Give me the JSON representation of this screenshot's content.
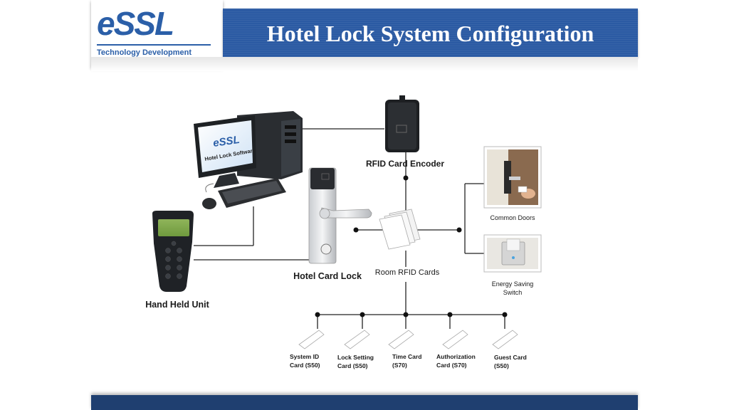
{
  "header": {
    "logo_text": "eSSL",
    "logo_tagline": "Technology Development Company",
    "title": "Hotel Lock System Configuration"
  },
  "diagram": {
    "monitor_logo": "eSSL",
    "monitor_software": "Hotel Lock Software",
    "labels": {
      "encoder": "RFID Card Encoder",
      "hand_held": "Hand Held Unit",
      "hotel_lock": "Hotel Card Lock",
      "room_cards": "Room RFID Cards",
      "common_doors": "Common Doors",
      "energy_1": "Energy Saving",
      "energy_2": "Switch"
    },
    "cards": [
      {
        "line1": "System ID",
        "line2": "Card (S50)"
      },
      {
        "line1": "Lock Setting",
        "line2": "Card (S50)"
      },
      {
        "line1": "Time Card",
        "line2": "(S70)"
      },
      {
        "line1": "Authorization",
        "line2": "Card (S70)"
      },
      {
        "line1": "Guest Card",
        "line2": "(S50)"
      }
    ]
  },
  "colors": {
    "brand_blue": "#2b5aa3",
    "footer_navy": "#1f3f70"
  }
}
